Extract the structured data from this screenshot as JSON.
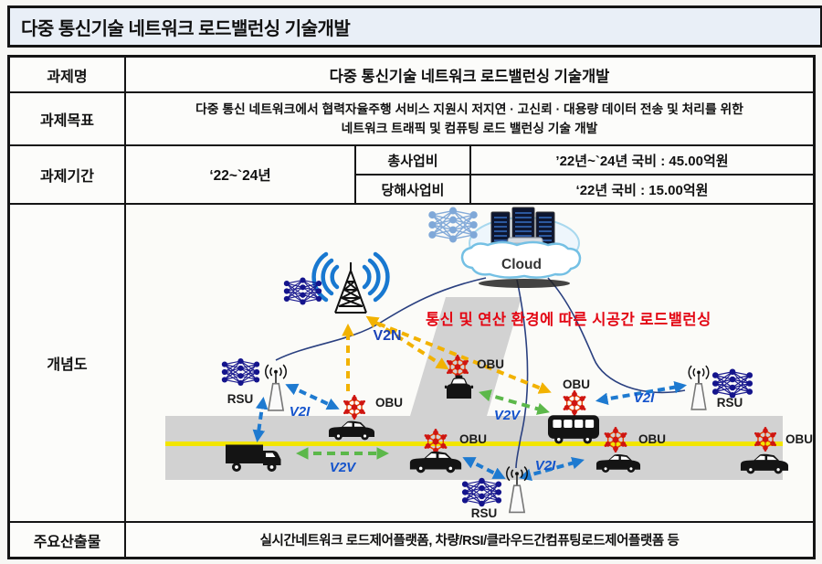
{
  "title": "다중 통신기술 네트워크 로드밸런싱 기술개발",
  "table": {
    "name": {
      "label": "과제명",
      "value": "다중 통신기술 네트워크 로드밸런싱 기술개발"
    },
    "goal": {
      "label": "과제목표",
      "line1": "다중 통신 네트워크에서 협력자율주행 서비스 지원시 저지연 · 고신뢰 · 대용량 데이터 전송 및 처리를 위한",
      "line2": "네트워크 트래픽 및 컴퓨팅 로드 밸런싱 기술 개발"
    },
    "period": {
      "label": "과제기간",
      "value": "‘22~`24년",
      "total_label": "총사업비",
      "total_value": "’22년~`24년 국비 : 45.00억원",
      "annual_label": "당해사업비",
      "annual_value": "‘22년 국비 : 15.00억원"
    },
    "concept": {
      "label": "개념도"
    },
    "output": {
      "label": "주요산출물",
      "value": "실시간네트워크 로드제어플랫폼, 차량/RSI/클라우드간컴퓨팅로드제어플랫폼 등"
    }
  },
  "diagram": {
    "annotation": "통신 및 연산 환경에 따른 시공간 로드밸런싱",
    "cloud": "Cloud",
    "v2n": "V2N",
    "v2i_left": "V2I",
    "v2i_right": "V2I",
    "v2i_bottom": "V2I",
    "v2v_left": "V2V",
    "v2v_mid": "V2V",
    "rsu_left": "RSU",
    "rsu_right": "RSU",
    "rsu_bottom": "RSU",
    "obu_tower": "OBU",
    "obu_taxi": "OBU",
    "obu_bus": "OBU",
    "obu_lane_left": "OBU",
    "obu_lane_mid": "OBU",
    "obu_lane_right": "OBU",
    "colors": {
      "annotation": "#e30613",
      "v2x_label": "#1453cc",
      "road": "#d2d2d2",
      "lane_line": "#f2e500",
      "obu_node": "#cf1510",
      "rsu_node": "#14148c",
      "nn_light": "#7fa8d8",
      "arrow_yellow": "#f2b200",
      "arrow_green": "#5cb84a",
      "arrow_blue": "#1e7ad0"
    }
  }
}
